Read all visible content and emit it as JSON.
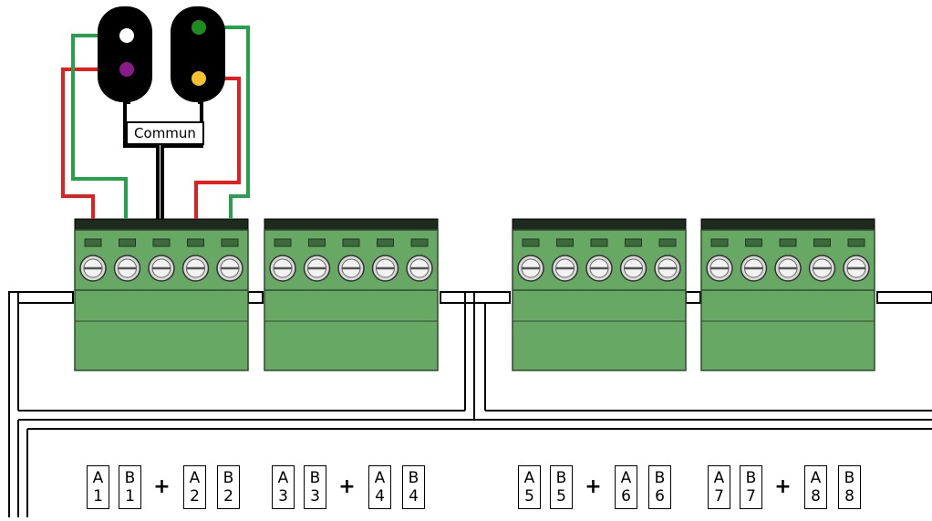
{
  "signals": [
    {
      "name": "signal-left",
      "lamps": [
        {
          "color": "#ffffff"
        },
        {
          "color": "#8b1a8b"
        }
      ]
    },
    {
      "name": "signal-right",
      "lamps": [
        {
          "color": "#1e8c1e"
        },
        {
          "color": "#f2c230"
        }
      ]
    }
  ],
  "common_label": "Commun",
  "wire_colors": {
    "red": "#e41e1e",
    "green": "#26a14b",
    "black": "#000000"
  },
  "connector_color": "#68a865",
  "connector_top_color": "#1f2a1f",
  "groups": [
    {
      "pins": [
        {
          "top": "A",
          "bottom": "1"
        },
        {
          "top": "B",
          "bottom": "1"
        },
        {
          "top": "+",
          "bottom": ""
        },
        {
          "top": "A",
          "bottom": "2"
        },
        {
          "top": "B",
          "bottom": "2"
        }
      ]
    },
    {
      "pins": [
        {
          "top": "A",
          "bottom": "3"
        },
        {
          "top": "B",
          "bottom": "3"
        },
        {
          "top": "+",
          "bottom": ""
        },
        {
          "top": "A",
          "bottom": "4"
        },
        {
          "top": "B",
          "bottom": "4"
        }
      ]
    },
    {
      "pins": [
        {
          "top": "A",
          "bottom": "5"
        },
        {
          "top": "B",
          "bottom": "5"
        },
        {
          "top": "+",
          "bottom": ""
        },
        {
          "top": "A",
          "bottom": "6"
        },
        {
          "top": "B",
          "bottom": "6"
        }
      ]
    },
    {
      "pins": [
        {
          "top": "A",
          "bottom": "7"
        },
        {
          "top": "B",
          "bottom": "7"
        },
        {
          "top": "+",
          "bottom": ""
        },
        {
          "top": "A",
          "bottom": "8"
        },
        {
          "top": "B",
          "bottom": "8"
        }
      ]
    }
  ]
}
